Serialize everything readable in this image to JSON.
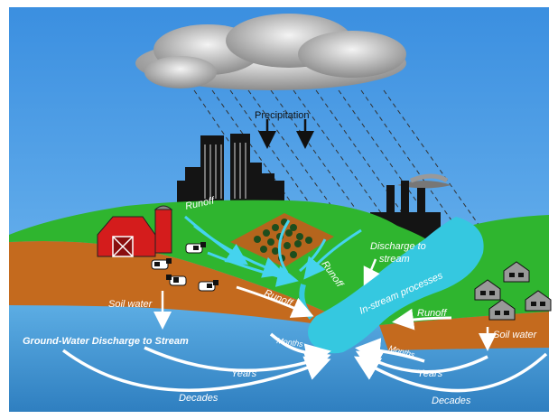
{
  "diagram": {
    "precipitation": "Precipitation",
    "runoff_upper": "Runoff",
    "runoff_mid": "Runoff",
    "runoff_lower": "Runoff",
    "runoff_right": "Runoff",
    "discharge_line1": "Discharge to",
    "discharge_line2": "stream",
    "instream": "In-stream processes",
    "soil_left": "Soil water",
    "soil_right": "Soil water",
    "gw_discharge": "Ground-Water Discharge to Stream",
    "months_left": "Months",
    "months_right": "Months",
    "years_left": "Years",
    "years_right": "Years",
    "decades_left": "Decades",
    "decades_right": "Decades"
  },
  "colors": {
    "sky": "#5aa8ea",
    "land": "#2fb52f",
    "soil": "#c46a1e",
    "groundwater": "#3d95d3",
    "stream": "#35c8e0",
    "barn": "#d41c1c",
    "building": "#1a1a1a",
    "cloud": "#bdbdbd"
  }
}
